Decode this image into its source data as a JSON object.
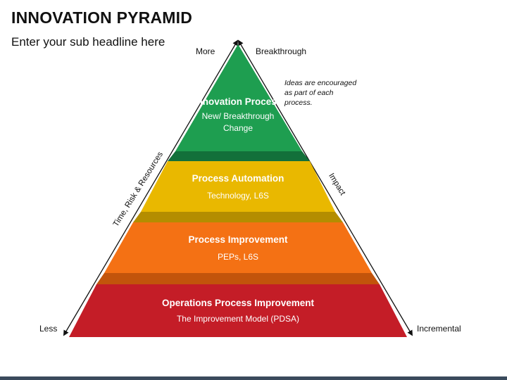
{
  "title": "INNOVATION PYRAMID",
  "subtitle": "Enter your sub headline here",
  "left_axis": {
    "top_label": "More",
    "bottom_label": "Less",
    "side_label": "Time, Risk & Resources"
  },
  "right_axis": {
    "top_label": "Breakthrough",
    "bottom_label": "Incremental",
    "side_label": "Impact"
  },
  "note": "Ideas are encouraged as part of each process.",
  "tiers": [
    {
      "title": "Innovation Process",
      "subtitle": "New/ Breakthrough Change",
      "color": "#1e9e50",
      "shadow": "#12703a"
    },
    {
      "title": "Process Automation",
      "subtitle": "Technology, L6S",
      "color": "#e9b800",
      "shadow": "#b48d00"
    },
    {
      "title": "Process Improvement",
      "subtitle": "PEPs, L6S",
      "color": "#f47114",
      "shadow": "#c2540b"
    },
    {
      "title": "Operations Process Improvement",
      "subtitle": "The Improvement Model (PDSA)",
      "color": "#c41d27",
      "shadow": "#8e1019"
    }
  ]
}
